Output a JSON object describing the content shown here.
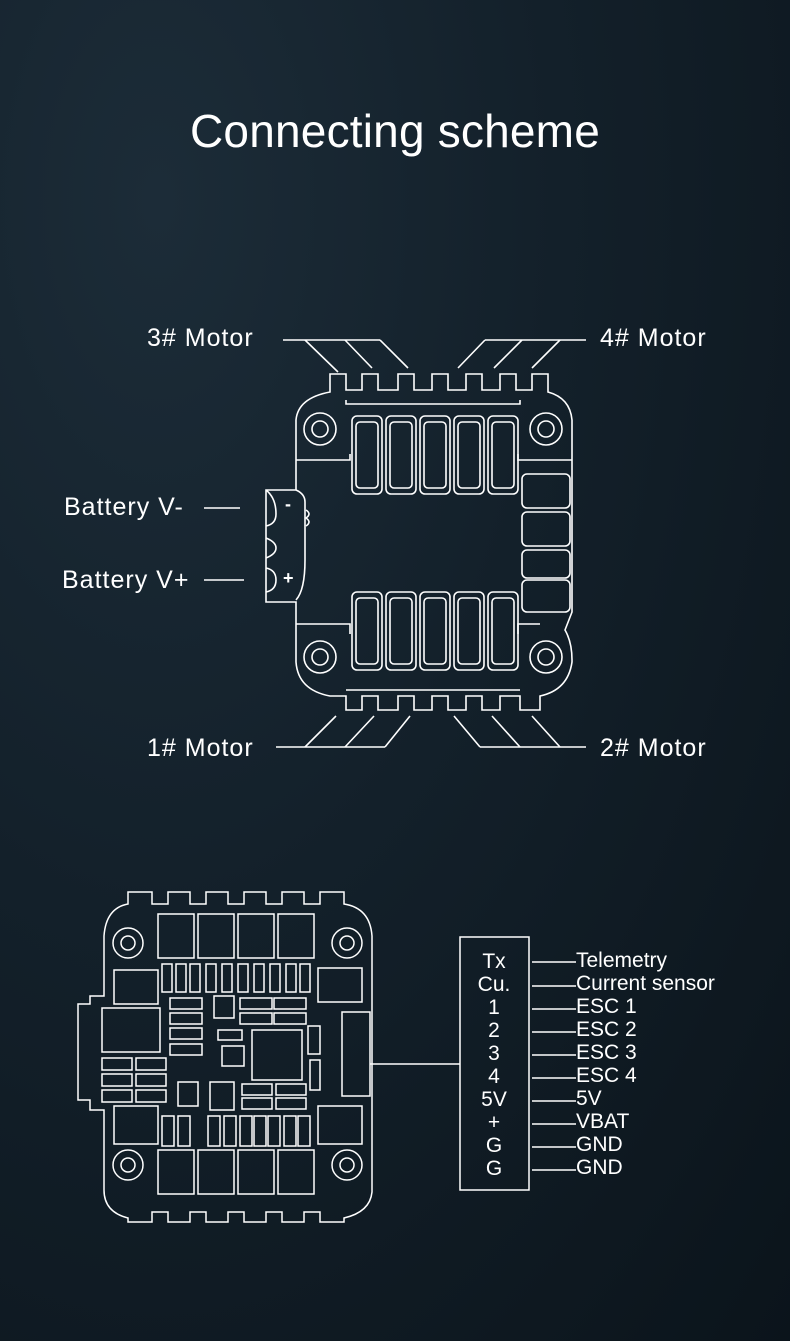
{
  "title": "Connecting scheme",
  "top_board": {
    "motor3": "3# Motor",
    "motor4": "4# Motor",
    "motor1": "1# Motor",
    "motor2": "2# Motor",
    "battery_neg": "Battery V-",
    "battery_pos": "Battery V+",
    "pad_neg": "-",
    "pad_pos": "+"
  },
  "connector": {
    "pins": [
      {
        "code": "Tx",
        "label": "Telemetry"
      },
      {
        "code": "Cu.",
        "label": "Current sensor"
      },
      {
        "code": "1",
        "label": "ESC 1"
      },
      {
        "code": "2",
        "label": "ESC 2"
      },
      {
        "code": "3",
        "label": "ESC 3"
      },
      {
        "code": "4",
        "label": "ESC 4"
      },
      {
        "code": "5V",
        "label": "5V"
      },
      {
        "code": "+",
        "label": "VBAT"
      },
      {
        "code": "G",
        "label": "GND"
      },
      {
        "code": "G",
        "label": "GND"
      }
    ]
  }
}
